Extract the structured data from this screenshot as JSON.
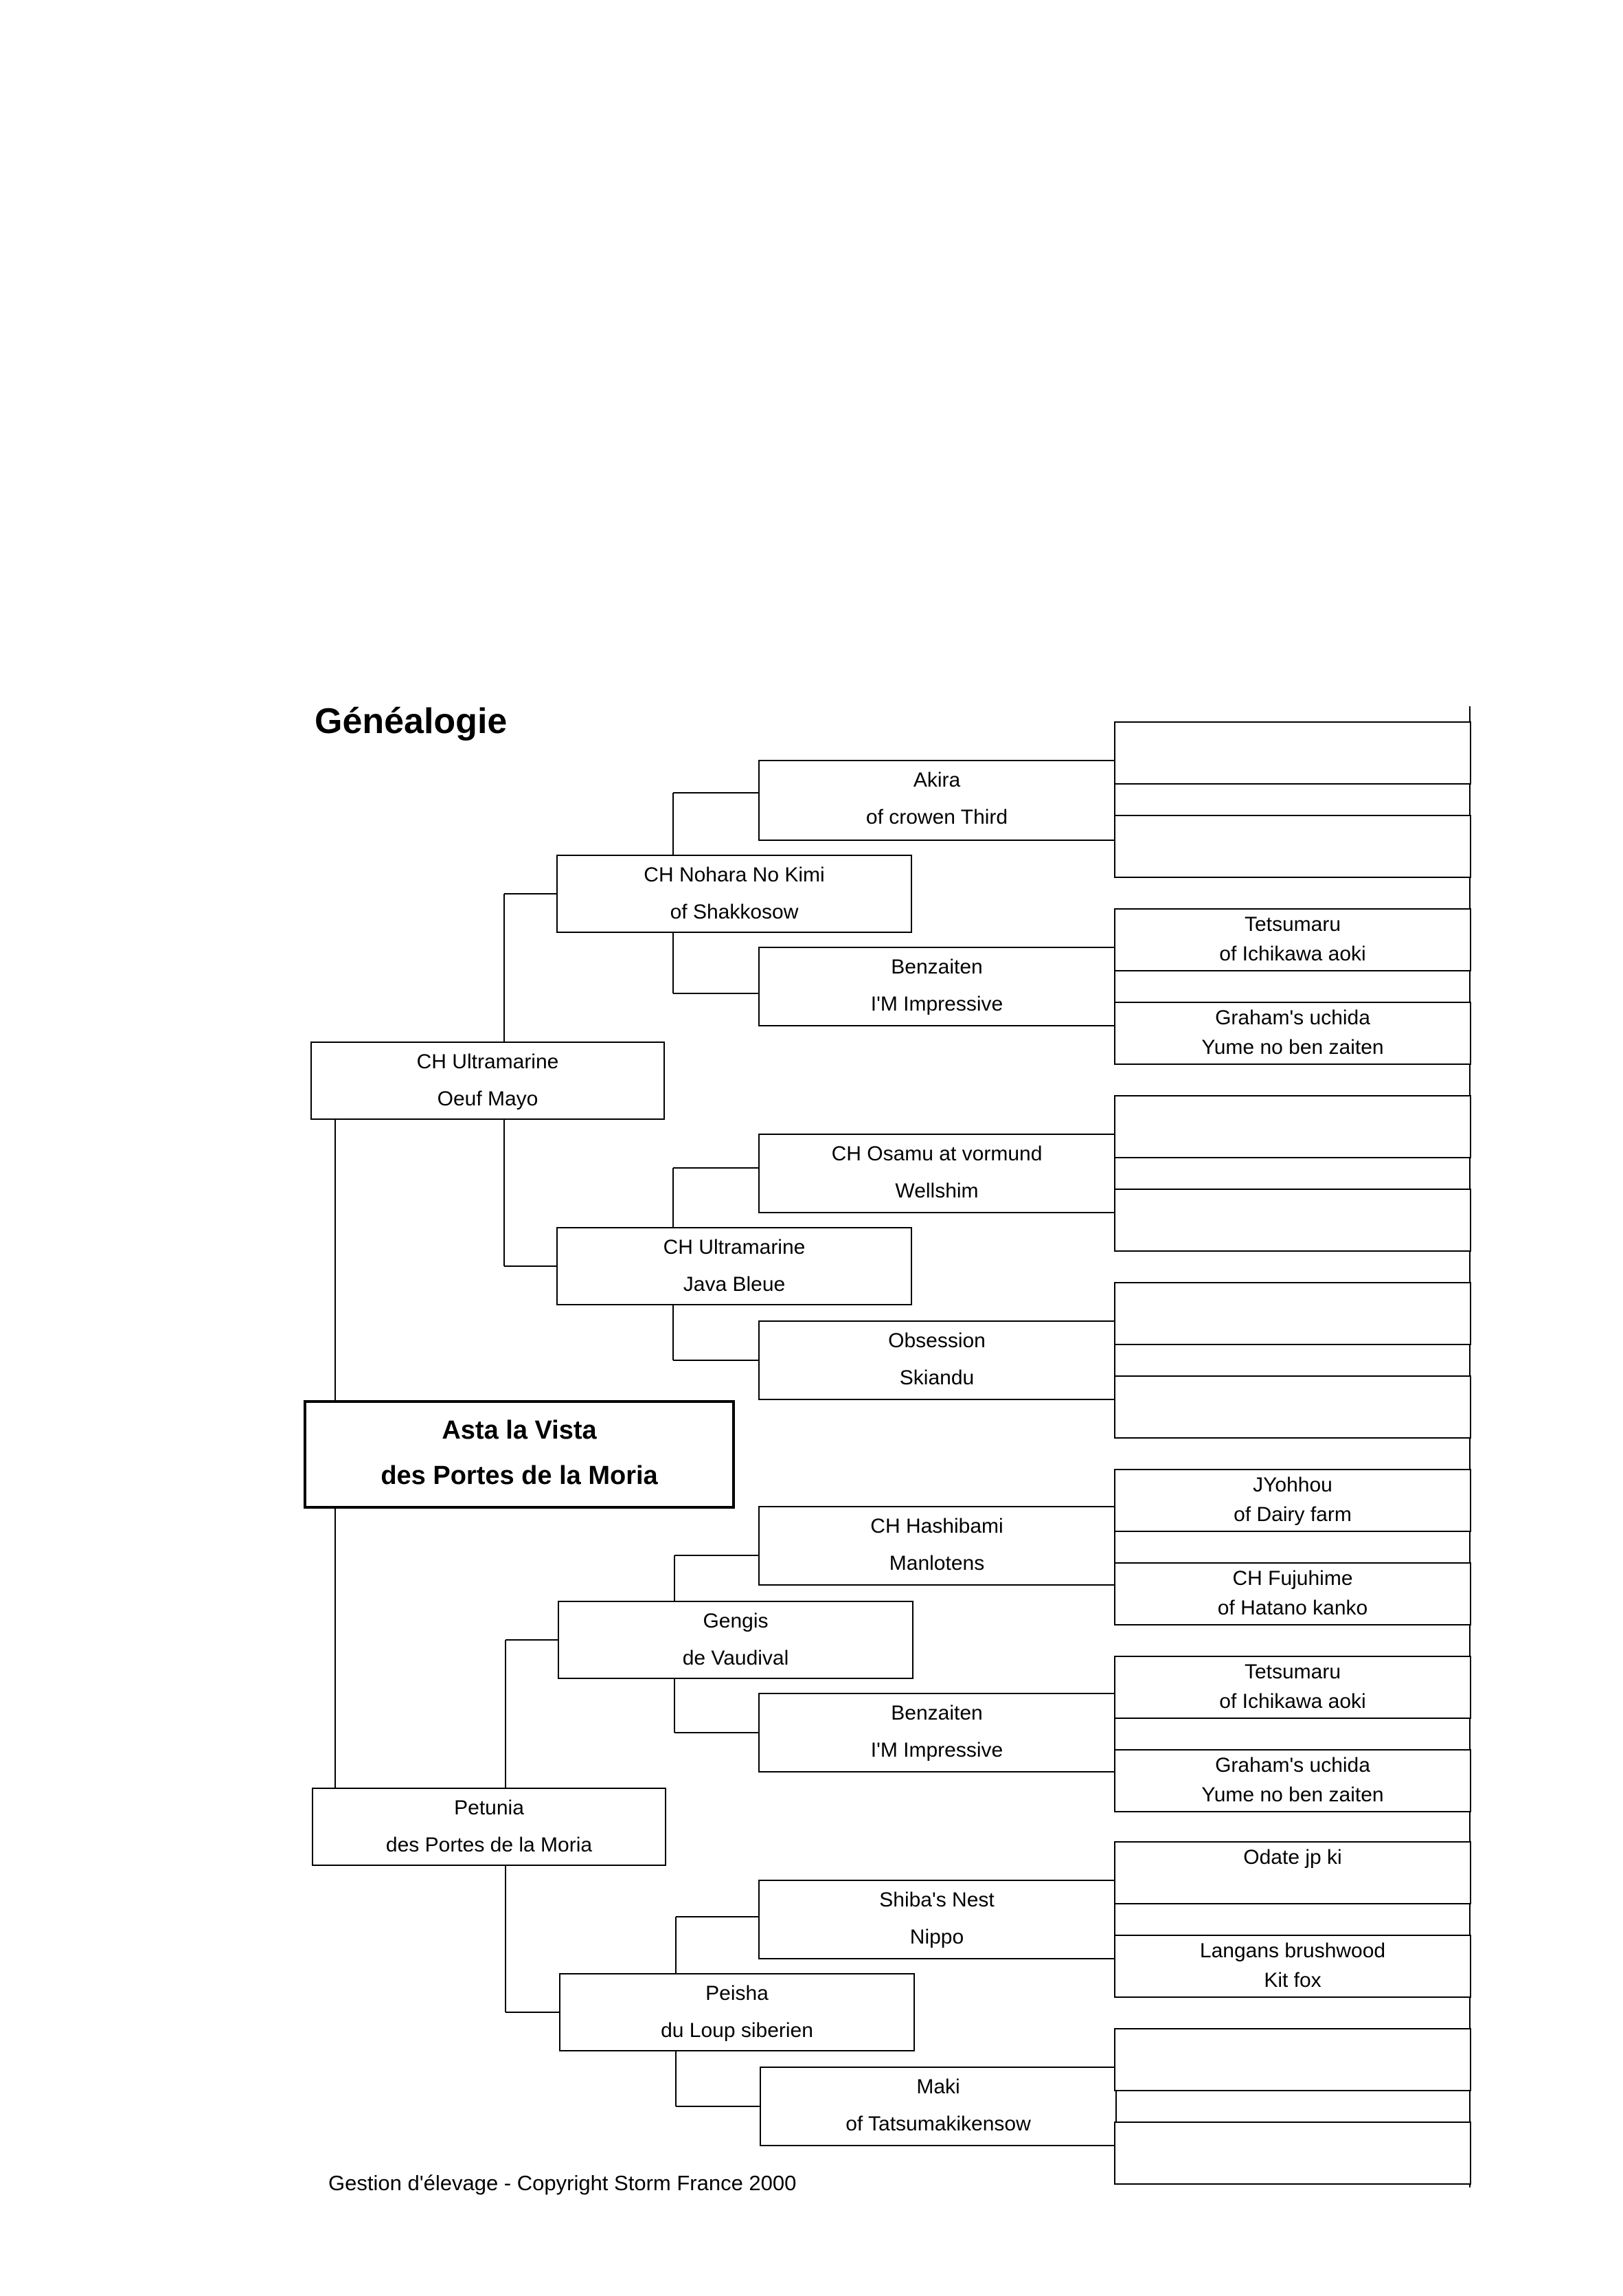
{
  "title": "Généalogie",
  "footer": "Gestion d'élevage  -  Copyright Storm France 2000",
  "pedigree": {
    "subject": {
      "line1": "Asta la Vista",
      "line2": "des Portes de la Moria"
    },
    "sire": {
      "line1": "CH Ultramarine",
      "line2": "Oeuf Mayo",
      "sire": {
        "line1": "CH Nohara No Kimi",
        "line2": "of Shakkosow",
        "sire": {
          "line1": "Akira",
          "line2": "of crowen Third",
          "sire": {
            "line1": "",
            "line2": ""
          },
          "dam": {
            "line1": "",
            "line2": ""
          }
        },
        "dam": {
          "line1": "Benzaiten",
          "line2": "I'M Impressive",
          "sire": {
            "line1": "Tetsumaru",
            "line2": "of Ichikawa aoki"
          },
          "dam": {
            "line1": "Graham's uchida",
            "line2": "Yume no ben zaiten"
          }
        }
      },
      "dam": {
        "line1": "CH Ultramarine",
        "line2": "Java Bleue",
        "sire": {
          "line1": "CH Osamu at vormund",
          "line2": "Wellshim",
          "sire": {
            "line1": "",
            "line2": ""
          },
          "dam": {
            "line1": "",
            "line2": ""
          }
        },
        "dam": {
          "line1": "Obsession",
          "line2": "Skiandu",
          "sire": {
            "line1": "",
            "line2": ""
          },
          "dam": {
            "line1": "",
            "line2": ""
          }
        }
      }
    },
    "dam": {
      "line1": "Petunia",
      "line2": "des Portes de la Moria",
      "sire": {
        "line1": "Gengis",
        "line2": "de Vaudival",
        "sire": {
          "line1": "CH Hashibami",
          "line2": "Manlotens",
          "sire": {
            "line1": "JYohhou",
            "line2": "of Dairy farm"
          },
          "dam": {
            "line1": "CH Fujuhime",
            "line2": "of Hatano kanko"
          }
        },
        "dam": {
          "line1": "Benzaiten",
          "line2": "I'M Impressive",
          "sire": {
            "line1": "Tetsumaru",
            "line2": "of Ichikawa aoki"
          },
          "dam": {
            "line1": "Graham's uchida",
            "line2": "Yume no ben zaiten"
          }
        }
      },
      "dam": {
        "line1": "Peisha",
        "line2": "du Loup siberien",
        "sire": {
          "line1": "Shiba's Nest",
          "line2": "Nippo",
          "sire": {
            "line1": "Odate jp ki",
            "line2": ""
          },
          "dam": {
            "line1": "Langans brushwood",
            "line2": "Kit fox"
          }
        },
        "dam": {
          "line1": "Maki",
          "line2": "of Tatsumakikensow",
          "sire": {
            "line1": "",
            "line2": ""
          },
          "dam": {
            "line1": "",
            "line2": ""
          }
        }
      }
    }
  }
}
